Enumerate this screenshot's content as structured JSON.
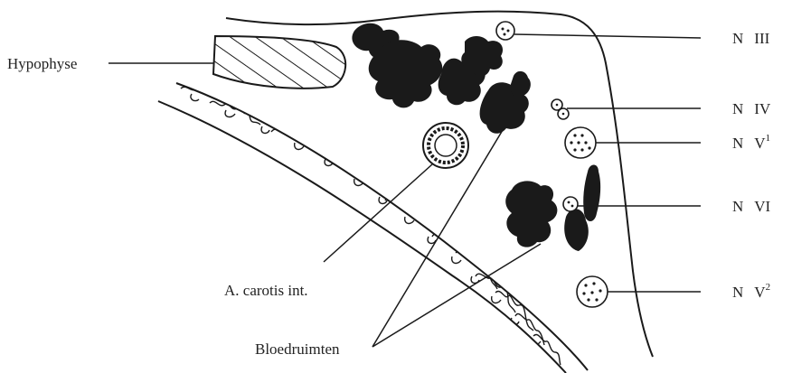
{
  "labels": {
    "hypophyse": "Hypophyse",
    "carotis": "A. carotis int.",
    "bloedruimten": "Bloedruimten"
  },
  "nerves": [
    {
      "prefix": "N",
      "roman": "III",
      "sup": ""
    },
    {
      "prefix": "N",
      "roman": "IV",
      "sup": ""
    },
    {
      "prefix": "N",
      "roman": "V",
      "sup": "1"
    },
    {
      "prefix": "N",
      "roman": "VI",
      "sup": ""
    },
    {
      "prefix": "N",
      "roman": "V",
      "sup": "2"
    }
  ],
  "colors": {
    "ink": "#1a1a1a",
    "paper": "#ffffff"
  }
}
